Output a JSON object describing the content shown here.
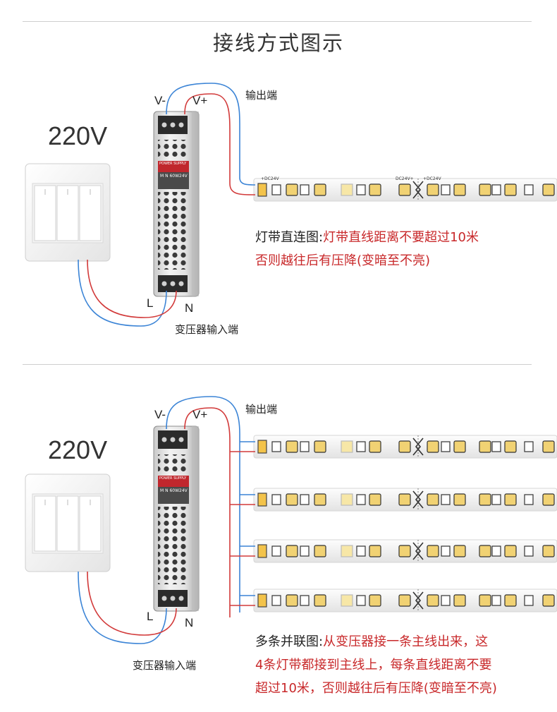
{
  "title": "接线方式图示",
  "section1": {
    "voltage": "220V",
    "v_minus": "V-",
    "v_plus": "V+",
    "output_label": "输出端",
    "input_label": "变压器输入端",
    "l_label": "L",
    "n_label": "N",
    "desc_lead": "灯带直连图:",
    "desc_body_1": "灯带直线距离不要超过10米",
    "desc_body_2": "否则越往后有压降(变暗至不亮)"
  },
  "section2": {
    "voltage": "220V",
    "v_minus": "V-",
    "v_plus": "V+",
    "output_label": "输出端",
    "input_label": "变压器输入端",
    "l_label": "L",
    "n_label": "N",
    "desc_lead": "多条并联图:",
    "desc_body_1": "从变压器接一条主线出来，这",
    "desc_body_2": "4条灯带都接到主线上，每条直线距离不要",
    "desc_body_3": "超过10米，否则越往后有压降(变暗至不亮)"
  },
  "psu": {
    "brand": "POWER SUPPLY",
    "model": "M N  60W24V"
  },
  "strip": {
    "dc_label_1": "+DC24V",
    "dc_label_2": "DC24V+",
    "dc_label_3": "+DC24V"
  },
  "colors": {
    "wire_red": "#d23a3a",
    "wire_blue": "#3b84d6",
    "accent_red": "#c8282a"
  }
}
